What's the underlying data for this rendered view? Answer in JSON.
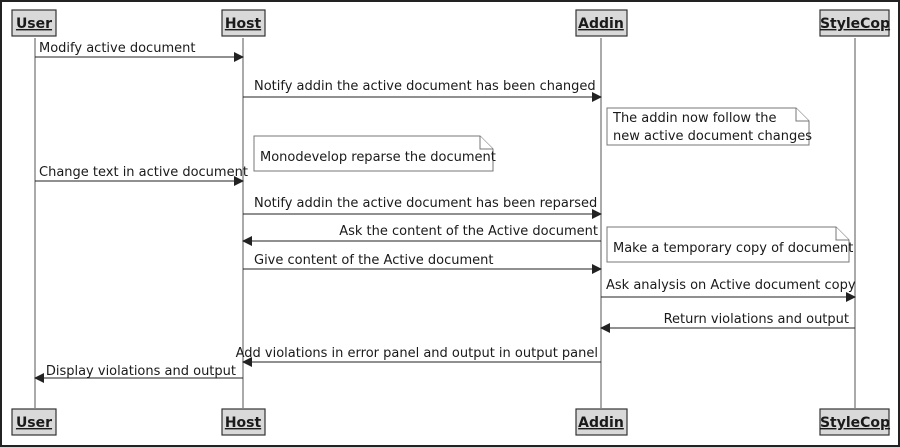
{
  "actors": {
    "user": "User",
    "host": "Host",
    "addin": "Addin",
    "stylecop": "StyleCop"
  },
  "messages": [
    {
      "from": "user",
      "to": "host",
      "label": "Modify active document"
    },
    {
      "from": "host",
      "to": "addin",
      "label": "Notify addin the active document has been changed"
    },
    {
      "from": "user",
      "to": "host",
      "label": "Change text in active document"
    },
    {
      "from": "host",
      "to": "addin",
      "label": "Notify addin the active document has been reparsed"
    },
    {
      "from": "addin",
      "to": "host",
      "label": "Ask the content of the Active document"
    },
    {
      "from": "host",
      "to": "addin",
      "label": "Give content of the Active document"
    },
    {
      "from": "addin",
      "to": "stylecop",
      "label": "Ask analysis on Active document copy"
    },
    {
      "from": "stylecop",
      "to": "addin",
      "label": "Return violations and output"
    },
    {
      "from": "addin",
      "to": "host",
      "label": "Add violations in error panel and output in output panel"
    },
    {
      "from": "host",
      "to": "user",
      "label": "Display violations and output"
    }
  ],
  "notes": [
    {
      "lines": [
        "The addin now follow the",
        "new active document changes"
      ]
    },
    {
      "lines": [
        "Monodevelop reparse the document"
      ]
    },
    {
      "lines": [
        "Make a temporary copy of document"
      ]
    }
  ]
}
